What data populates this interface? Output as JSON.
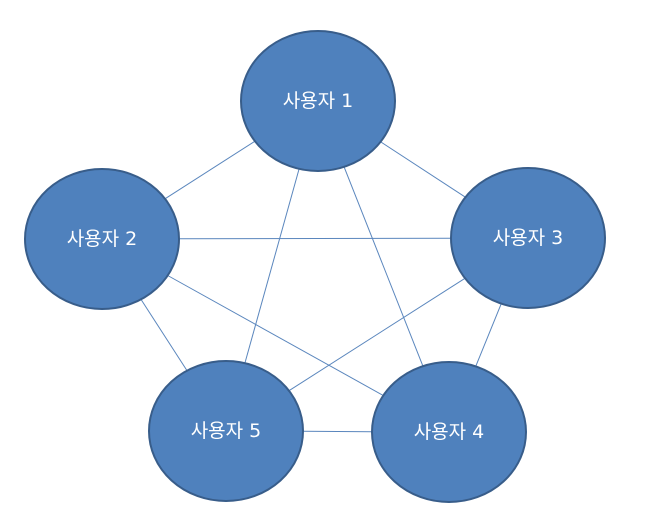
{
  "nodes": [
    {
      "id": "n1",
      "label": "사용자 1"
    },
    {
      "id": "n2",
      "label": "사용자 2"
    },
    {
      "id": "n3",
      "label": "사용자 3"
    },
    {
      "id": "n4",
      "label": "사용자 4"
    },
    {
      "id": "n5",
      "label": "사용자 5"
    }
  ],
  "edges": [
    [
      "n1",
      "n2"
    ],
    [
      "n1",
      "n3"
    ],
    [
      "n1",
      "n4"
    ],
    [
      "n1",
      "n5"
    ],
    [
      "n2",
      "n3"
    ],
    [
      "n2",
      "n4"
    ],
    [
      "n2",
      "n5"
    ],
    [
      "n3",
      "n4"
    ],
    [
      "n3",
      "n5"
    ],
    [
      "n4",
      "n5"
    ]
  ],
  "colors": {
    "node_fill": "#4f81bd",
    "node_border": "#385d8a",
    "edge": "#5a86bd",
    "label": "#ffffff"
  }
}
